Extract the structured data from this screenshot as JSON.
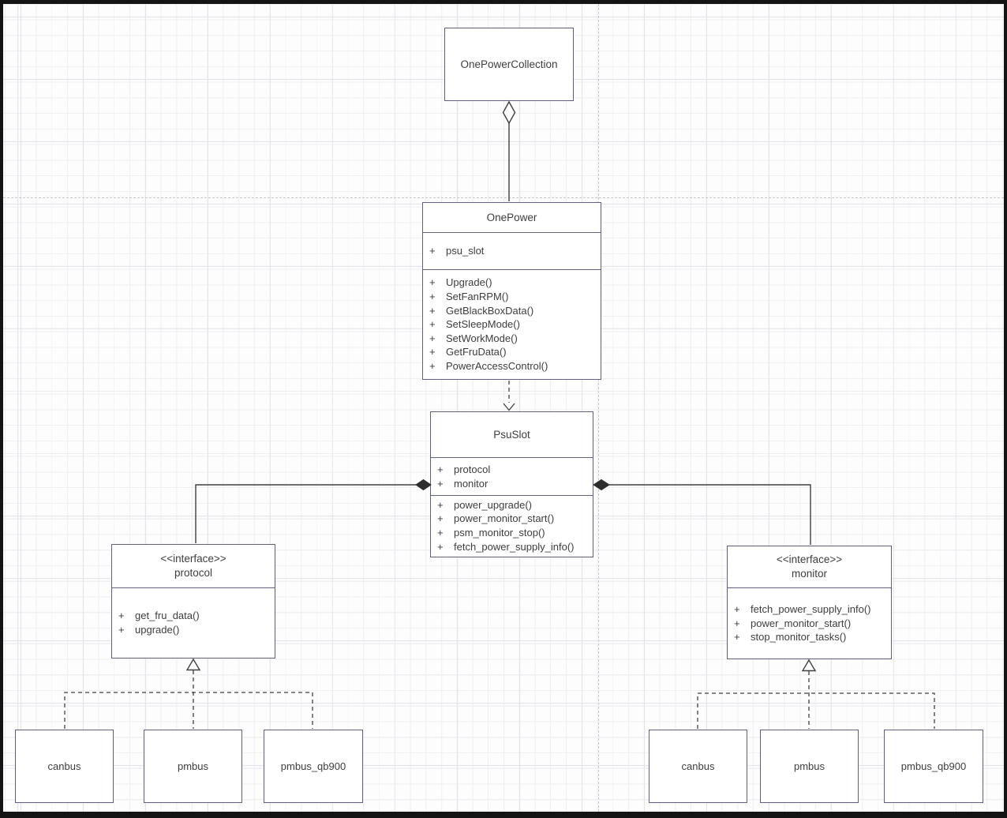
{
  "diagram": {
    "classes": {
      "one_power_collection": {
        "name": "OnePowerCollection"
      },
      "one_power": {
        "name": "OnePower",
        "attributes": [
          {
            "v": "+",
            "t": "psu_slot"
          }
        ],
        "methods": [
          {
            "v": "+",
            "t": "Upgrade()"
          },
          {
            "v": "+",
            "t": "SetFanRPM()"
          },
          {
            "v": "+",
            "t": "GetBlackBoxData()"
          },
          {
            "v": "+",
            "t": "SetSleepMode()"
          },
          {
            "v": "+",
            "t": "SetWorkMode()"
          },
          {
            "v": "+",
            "t": "GetFruData()"
          },
          {
            "v": "+",
            "t": "PowerAccessControl()"
          }
        ]
      },
      "psu_slot": {
        "name": "PsuSlot",
        "attributes": [
          {
            "v": "+",
            "t": "protocol"
          },
          {
            "v": "+",
            "t": "monitor"
          }
        ],
        "methods": [
          {
            "v": "+",
            "t": "power_upgrade()"
          },
          {
            "v": "+",
            "t": "power_monitor_start()"
          },
          {
            "v": "+",
            "t": "psm_monitor_stop()"
          },
          {
            "v": "+",
            "t": "fetch_power_supply_info()"
          }
        ]
      },
      "protocol": {
        "stereotype": "<<interface>>",
        "name": "protocol",
        "methods": [
          {
            "v": "+",
            "t": "get_fru_data()"
          },
          {
            "v": "+",
            "t": "upgrade()"
          }
        ]
      },
      "monitor": {
        "stereotype": "<<interface>>",
        "name": "monitor",
        "methods": [
          {
            "v": "+",
            "t": "fetch_power_supply_info()"
          },
          {
            "v": "+",
            "t": "power_monitor_start()"
          },
          {
            "v": "+",
            "t": "stop_monitor_tasks()"
          }
        ]
      },
      "impl_left": [
        {
          "name": "canbus"
        },
        {
          "name": "pmbus"
        },
        {
          "name": "pmbus_qb900"
        }
      ],
      "impl_right": [
        {
          "name": "canbus"
        },
        {
          "name": "pmbus"
        },
        {
          "name": "pmbus_qb900"
        }
      ]
    },
    "relationships": [
      {
        "type": "aggregation",
        "from": "OnePowerCollection",
        "to": "OnePower"
      },
      {
        "type": "dependency",
        "from": "OnePower",
        "to": "PsuSlot"
      },
      {
        "type": "composition",
        "from": "PsuSlot",
        "to": "protocol"
      },
      {
        "type": "composition",
        "from": "PsuSlot",
        "to": "monitor"
      },
      {
        "type": "realization",
        "from": "canbus, pmbus, pmbus_qb900 (left)",
        "to": "protocol"
      },
      {
        "type": "realization",
        "from": "canbus, pmbus, pmbus_qb900 (right)",
        "to": "monitor"
      }
    ],
    "colors": {
      "box_border": "#5f5f7e",
      "connector": "#404040",
      "text": "#3d3d3d",
      "grid_minor": "#f0f0f4",
      "grid_major": "#e3e3e9",
      "page_break": "#c7c7cd",
      "frame": "#141414",
      "background": "#fdfdfd"
    }
  }
}
